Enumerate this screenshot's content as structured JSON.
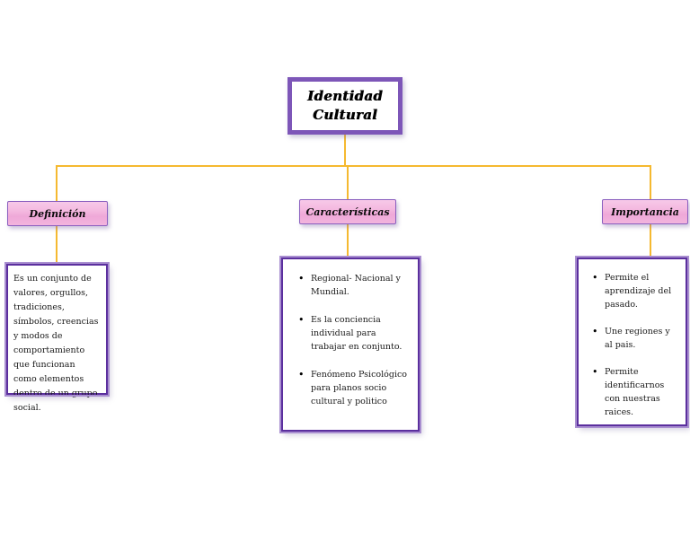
{
  "diagram": {
    "type": "mind-map",
    "root": {
      "line1": "Identidad",
      "line2": "Cultural"
    },
    "branches": [
      {
        "id": "definicion",
        "header": "Definición",
        "body_type": "paragraph",
        "paragraph": "Es un conjunto de valores, orgullos, tradiciones, símbolos, creencias y modos de comportamiento que funcionan como elementos dentro de un grupo social.",
        "items": []
      },
      {
        "id": "caracteristicas",
        "header": "Características",
        "body_type": "bullets",
        "items": [
          "Regional- Nacional y Mundial.",
          "Es la conciencia individual para trabajar en conjunto.",
          "Fenómeno Psicológico para planos socio cultural y politico"
        ]
      },
      {
        "id": "importancia",
        "header": "Importancia",
        "body_type": "bullets",
        "items": [
          "Permite el aprendizaje del pasado.",
          "Une regiones y al pais.",
          "Permite identificarnos con nuestras raices."
        ]
      }
    ],
    "colors": {
      "connector": "#f5b930",
      "root_border": "#7d56b8",
      "header_border": "#8a5fbf",
      "header_fill_top": "#f7c9e8",
      "header_fill_bottom": "#efa8d8",
      "box_border_inner": "#5b2f9e",
      "box_border_outer": "#a98fd0",
      "background": "#ffffff",
      "text": "#1a1a1a"
    }
  }
}
